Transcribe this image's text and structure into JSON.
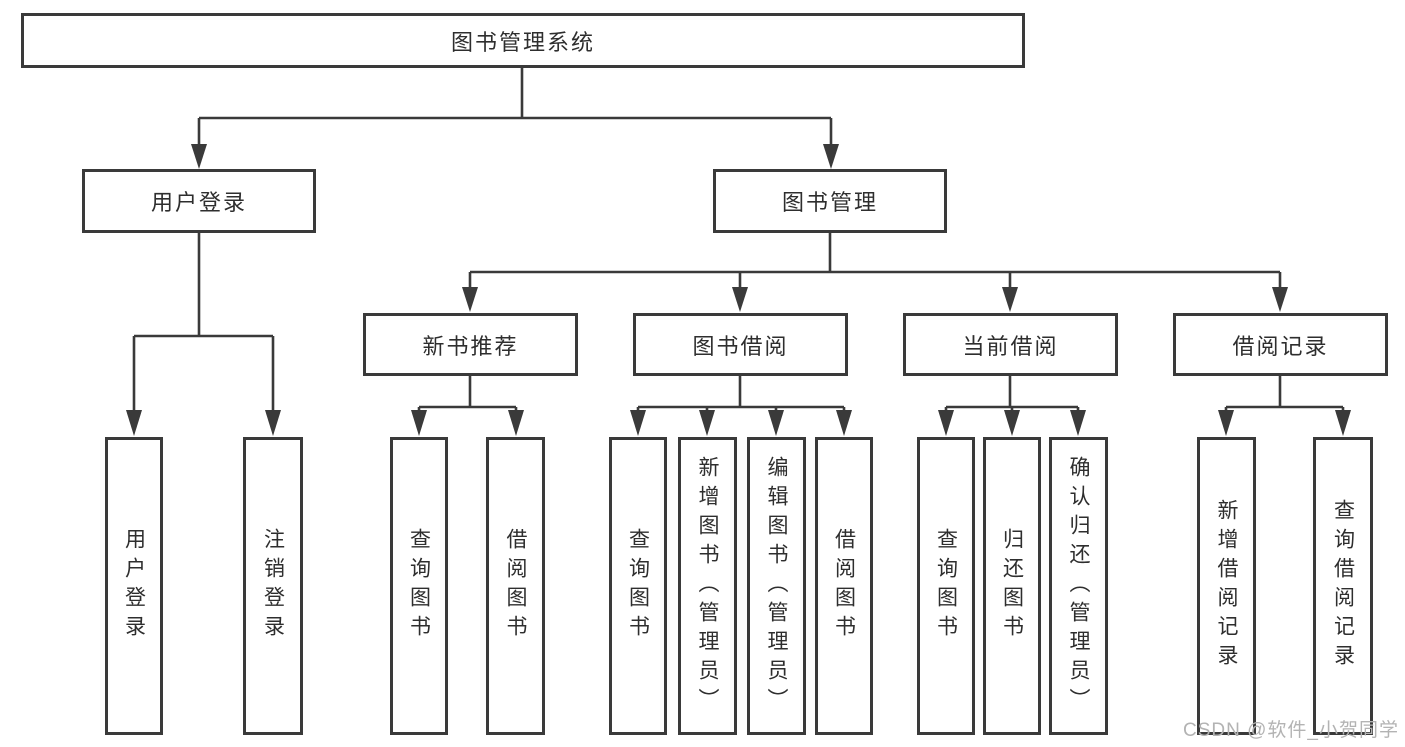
{
  "diagram": {
    "root": "图书管理系统",
    "user_login": {
      "label": "用户登录",
      "children": {
        "login": "用户登录",
        "logout": "注销登录"
      }
    },
    "book_management": {
      "label": "图书管理",
      "new_books": {
        "label": "新书推荐",
        "children": {
          "query": "查询图书",
          "borrow": "借阅图书"
        }
      },
      "borrowing": {
        "label": "图书借阅",
        "children": {
          "query": "查询图书",
          "add": "新增图书（管理员）",
          "edit": "编辑图书（管理员）",
          "borrow": "借阅图书"
        }
      },
      "current": {
        "label": "当前借阅",
        "children": {
          "query": "查询图书",
          "return": "归还图书",
          "confirm": "确认归还（管理员）"
        }
      },
      "records": {
        "label": "借阅记录",
        "children": {
          "add": "新增借阅记录",
          "query": "查询借阅记录"
        }
      }
    }
  },
  "colors": {
    "line": "#3a3a3a",
    "text": "#2e2e2e",
    "watermark": "#b3b3b3",
    "background": "#ffffff"
  },
  "watermark": "CSDN @软件_小贺同学"
}
